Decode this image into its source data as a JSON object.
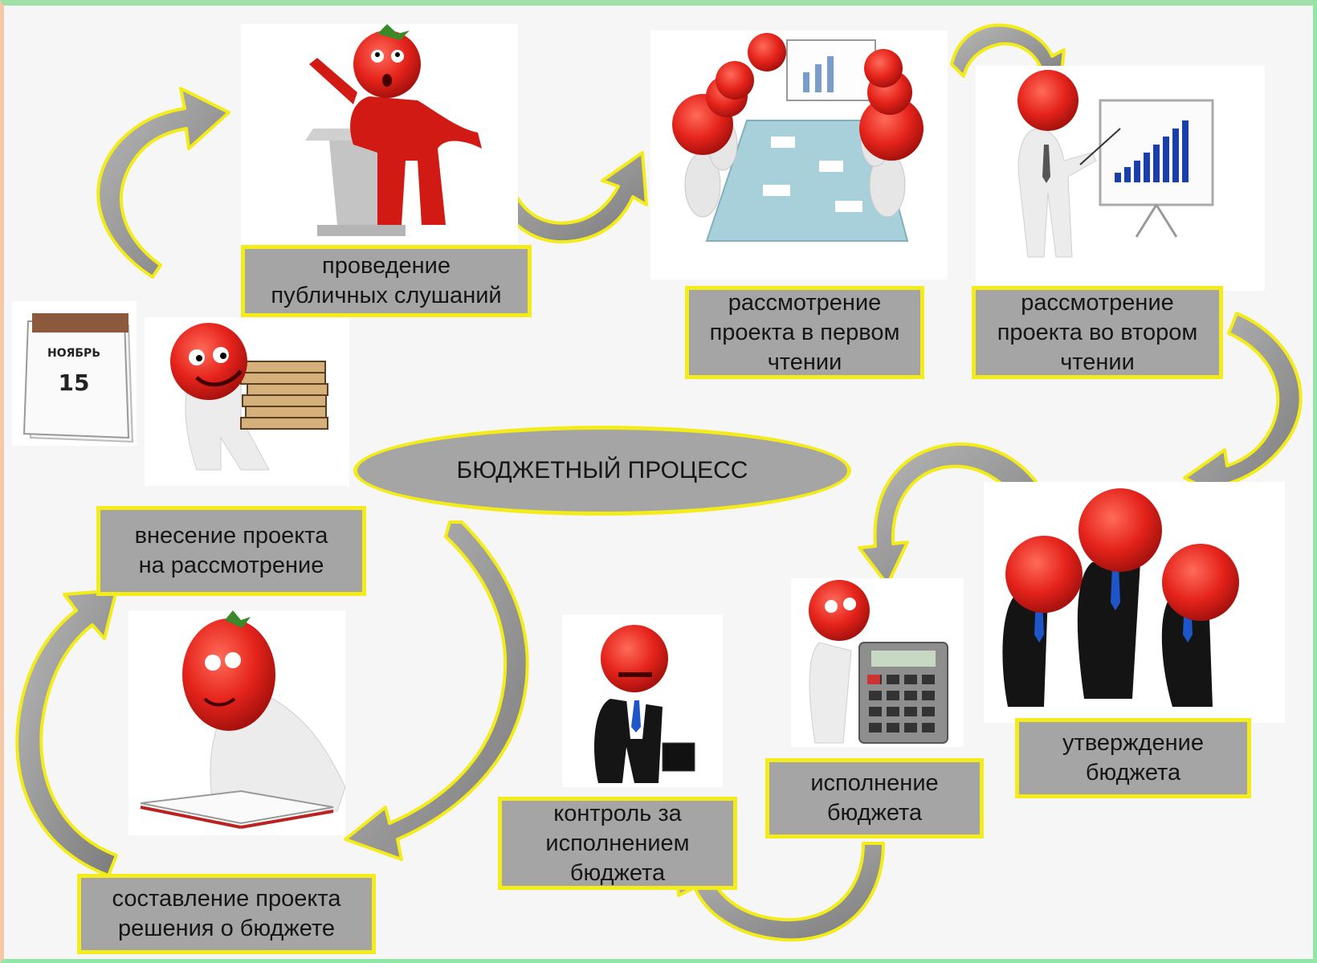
{
  "diagram": {
    "center": "БЮДЖЕТНЫЙ ПРОЦЕСС",
    "steps": [
      {
        "id": "public-hearings",
        "label": "проведение\nпубличных слушаний"
      },
      {
        "id": "first-reading",
        "label": "рассмотрение\nпроекта в первом\nчтении"
      },
      {
        "id": "second-reading",
        "label": "рассмотрение\nпроекта во втором\nчтении"
      },
      {
        "id": "approval",
        "label": "утверждение\nбюджета"
      },
      {
        "id": "execution",
        "label": "исполнение\nбюджета"
      },
      {
        "id": "control",
        "label": "контроль за\nисполнением\nбюджета"
      },
      {
        "id": "drafting",
        "label": "составление проекта\nрешения о бюджете"
      },
      {
        "id": "submission",
        "label": "внесение проекта\nна рассмотрение"
      }
    ],
    "calendar": {
      "month": "НОЯБРЬ",
      "day": "15"
    }
  },
  "colors": {
    "label_fill": "#a5a5a5",
    "label_border": "#f3ec1a",
    "arrow_fill": "#9b9b9b",
    "tomato": "#e8211c"
  }
}
